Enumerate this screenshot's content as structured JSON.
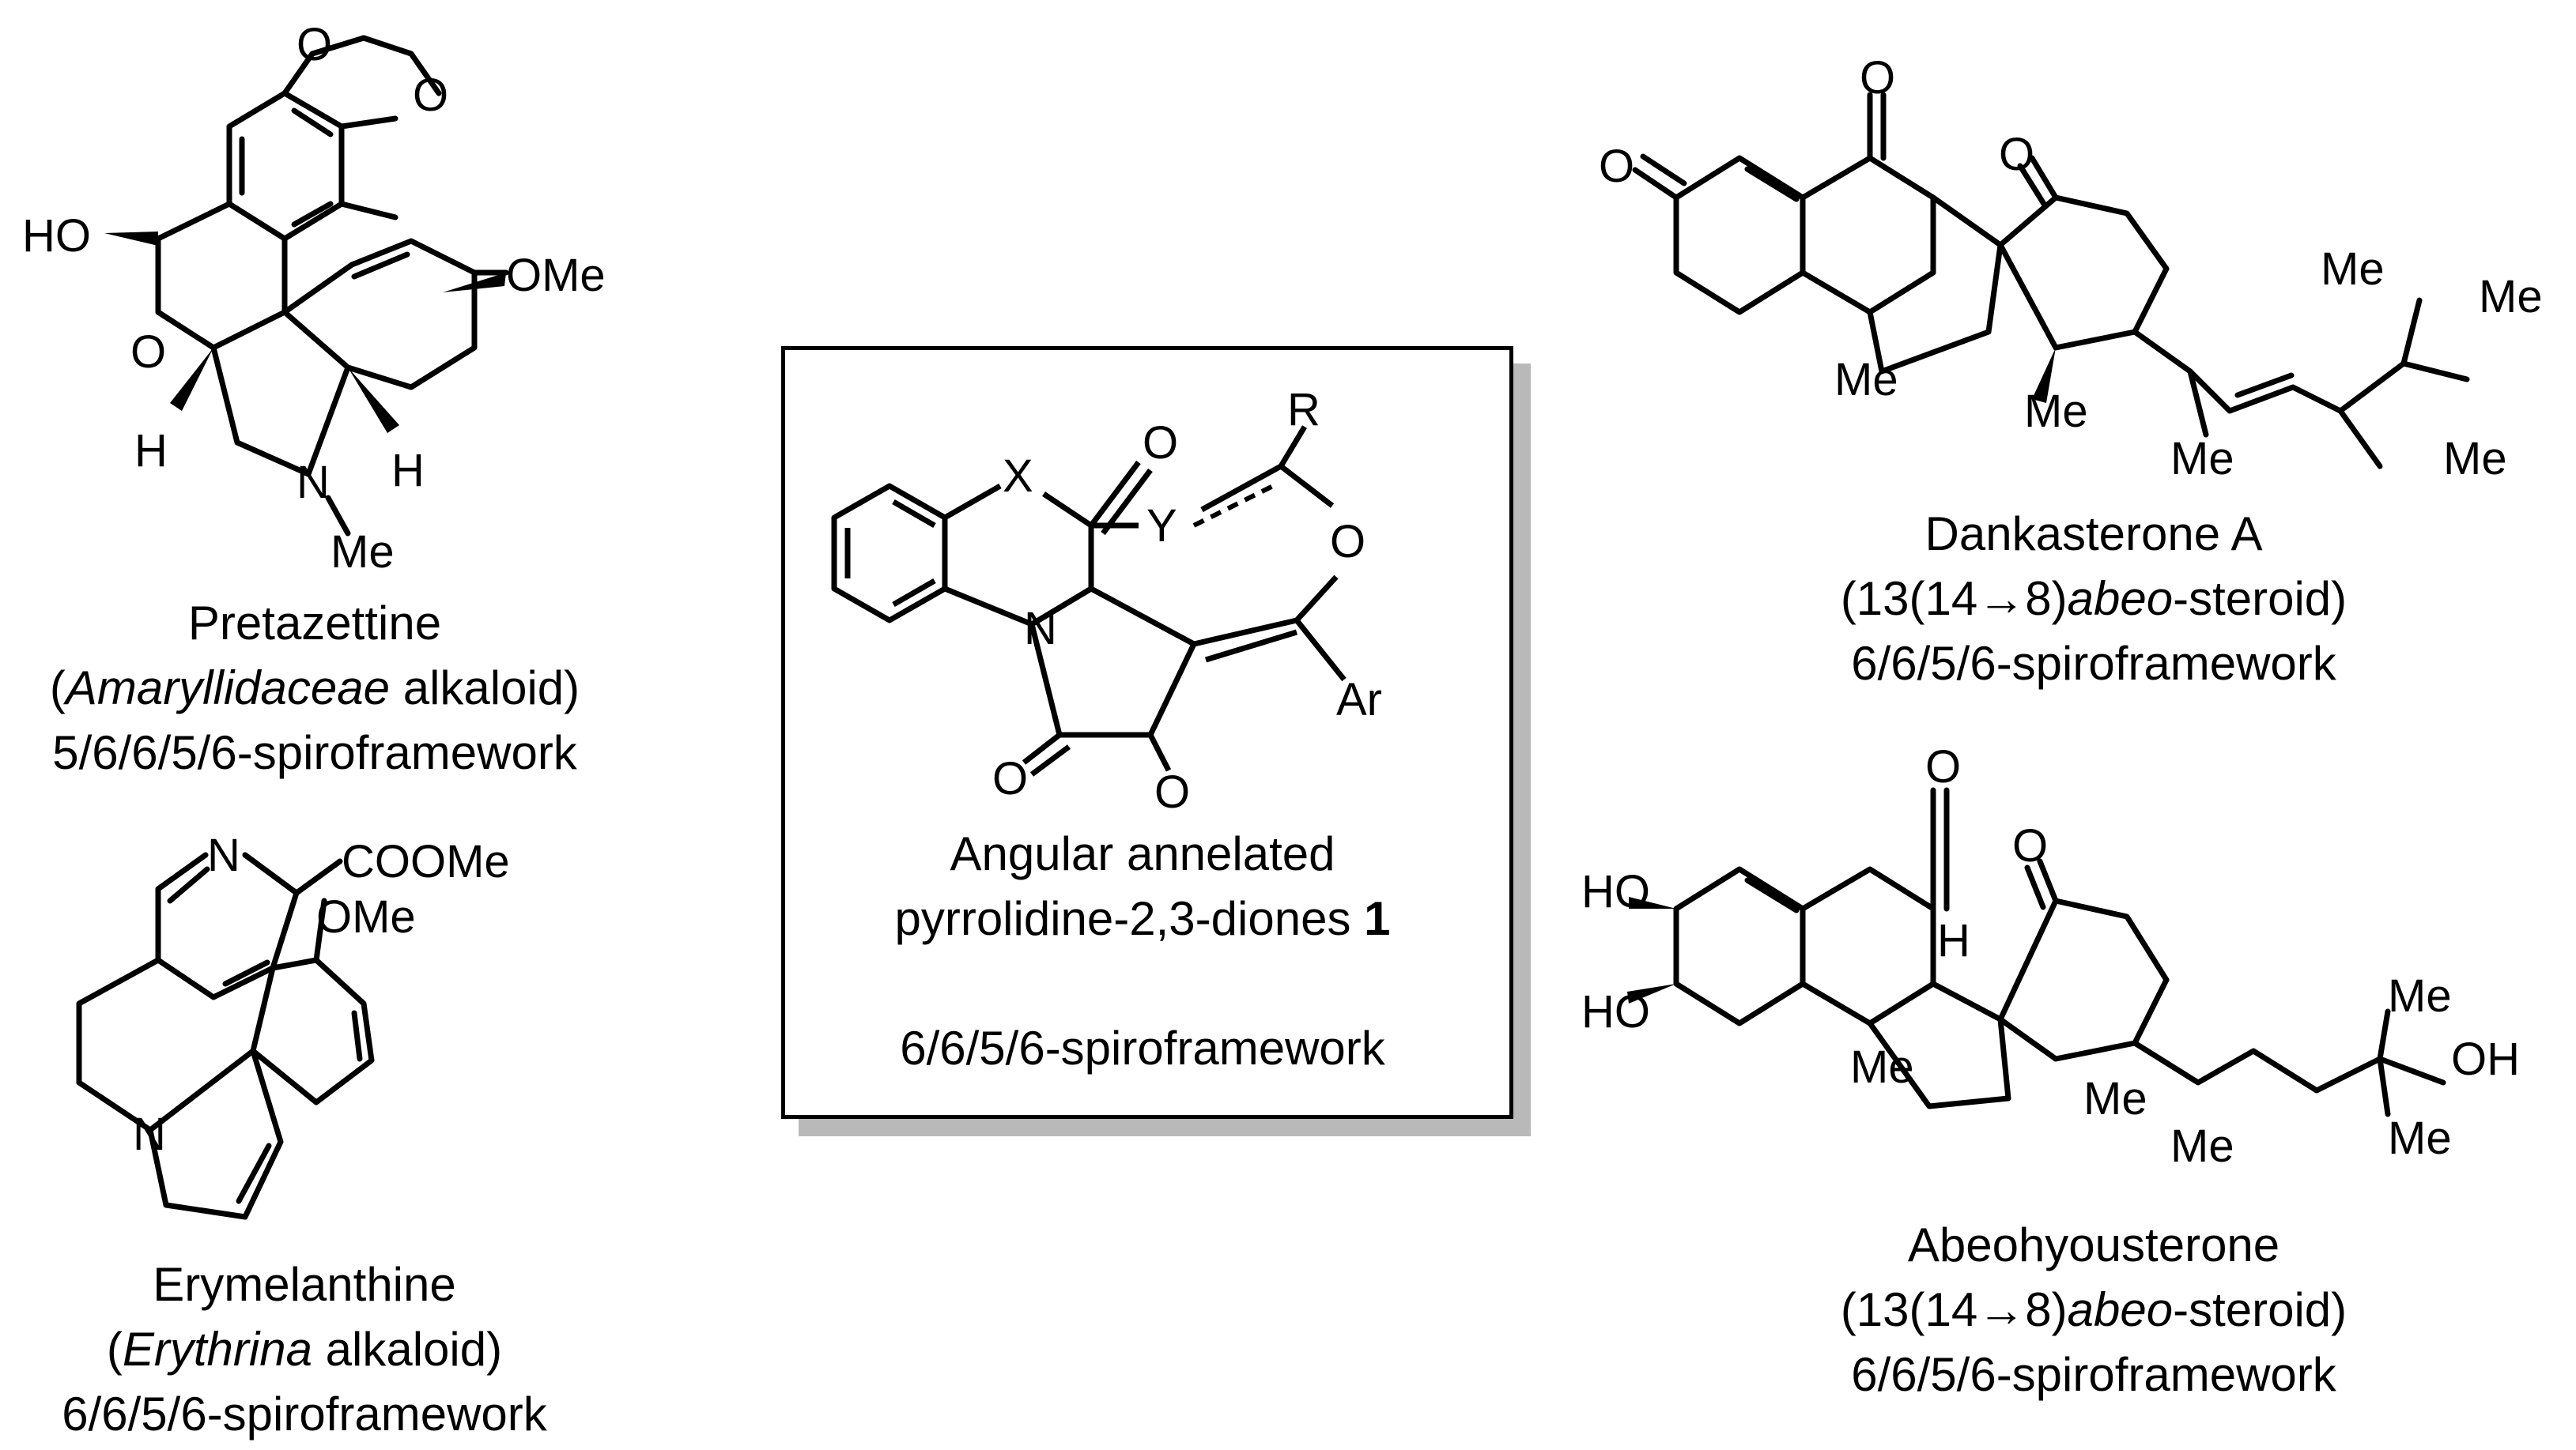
{
  "compounds": {
    "pretazettine": {
      "name": "Pretazettine",
      "class_prefix": "(",
      "class_italic": "Amaryllidaceae",
      "class_suffix": " alkaloid)",
      "framework": "5/6/6/5/6-spiroframework",
      "atoms": {
        "ho": "HO",
        "o1": "O",
        "h1": "H",
        "n": "N",
        "me": "Me",
        "h2": "H",
        "ome": "OMe",
        "o_top1": "O",
        "o_top2": "O"
      }
    },
    "erymelanthine": {
      "name": "Erymelanthine",
      "class_prefix": "(",
      "class_italic": "Erythrina",
      "class_suffix": " alkaloid)",
      "framework": "6/6/5/6-spiroframework",
      "atoms": {
        "n_py": "N",
        "coome": "COOMe",
        "ome": "OMe",
        "n": "N"
      }
    },
    "target": {
      "name_line1": "Angular annelated",
      "name_line2": "pyrrolidine-2,3-diones ",
      "compound_number": "1",
      "framework": "6/6/5/6-spiroframework",
      "atoms": {
        "x": "X",
        "o_top": "O",
        "y": "Y",
        "r": "R",
        "o_ring": "O",
        "n": "N",
        "ar": "Ar",
        "o_left": "O",
        "o_right": "O"
      }
    },
    "dankasterone": {
      "name": "Dankasterone A",
      "class_prefix": "(13(14",
      "class_arrow": "→",
      "class_mid": "8)",
      "class_italic": "abeo",
      "class_suffix": "-steroid)",
      "framework": "6/6/5/6-spiroframework",
      "atoms": {
        "o1": "O",
        "o2": "O",
        "o3": "O",
        "me1": "Me",
        "me2": "Me",
        "me3": "Me",
        "me_ipr1": "Me",
        "me_ipr2": "Me",
        "me_end": "Me"
      }
    },
    "abeohyousterone": {
      "name": "Abeohyousterone",
      "class_prefix": "(13(14",
      "class_arrow": "→",
      "class_mid": "8)",
      "class_italic": "abeo",
      "class_suffix": "-steroid)",
      "framework": "6/6/5/6-spiroframework",
      "atoms": {
        "ho1": "HO",
        "ho2": "HO",
        "o1": "O",
        "o2": "O",
        "h": "H",
        "me1": "Me",
        "me2": "Me",
        "me3": "Me",
        "me4": "Me",
        "oh": "OH",
        "me5": "Me"
      }
    }
  },
  "colors": {
    "ink": "#000000",
    "box_shadow": "#b9b9b9",
    "background": "#ffffff"
  }
}
